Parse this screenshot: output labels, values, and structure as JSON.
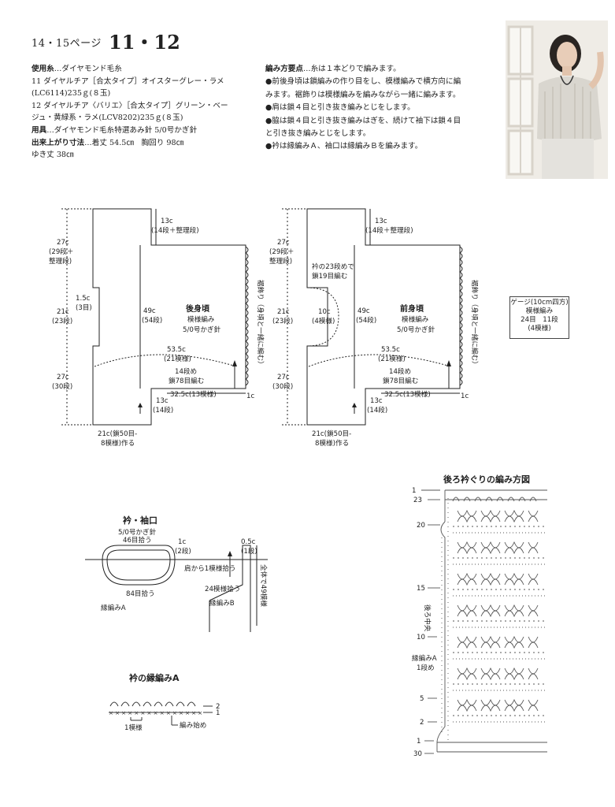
{
  "header": {
    "page_ref": "14・15ページ",
    "pattern_number": "11・12"
  },
  "materials": {
    "yarn_heading": "使用糸",
    "yarn_source": "…ダイヤモンド毛糸",
    "yarn_11": "11 ダイヤルチア［合太タイプ］オイスターグレー・ラメ",
    "yarn_11b": "(LC6114)235ｇ(８玉)",
    "yarn_12": "12 ダイヤルチア〈バリエ〉［合太タイプ］グリーン・ベー",
    "yarn_12b": "ジュ・黄緑系・ラメ(LCV8202)235ｇ(８玉)",
    "tools_heading": "用具",
    "tools": "…ダイヤモンド毛糸特選あみ針 5/0号かぎ針",
    "size_heading": "出来上がり寸法",
    "size": "…着丈 54.5㎝　胸回り 98㎝",
    "size2": "ゆき丈 38㎝"
  },
  "knitting_points": {
    "heading": "編み方要点",
    "intro": "…糸は１本どりで編みます。",
    "l1": "●前後身頃は鎖編みの作り目をし、模様編みで横方向に編",
    "l2": "みます。裾飾りは模様編みを編みながら一緒に編みます。",
    "l3": "●肩は鎖４目と引き抜き編みとじをします。",
    "l4": "●脇は鎖４目と引き抜き編みはぎを、続けて袖下は鎖４目",
    "l5": "と引き抜き編みとじをします。",
    "l6": "●衿は縁編みＡ、袖口は縁編みＢを編みます。"
  },
  "back_body": {
    "title": "後身頃",
    "pattern": "模様編み",
    "needle": "5/0号かぎ針",
    "d_27c_top": "27c",
    "d_29dan": "(29段＋",
    "d_seiri": "整理段)",
    "d_15c": "1.5c",
    "d_3dan": "(3目)",
    "d_21c": "21c",
    "d_23dan": "(23段)",
    "d_27c_bot": "27c",
    "d_30dan": "(30段)",
    "d_13c_top": "13c",
    "d_14seiri": "(14段＋整理段)",
    "d_49c": "49c",
    "d_54dan": "(54段)",
    "d_535": "53.5c",
    "d_21moyo": "(21模様)",
    "d_14dan": "14段め",
    "d_78": "鎖78目編む",
    "d_325": "32.5c(13模様)",
    "d_1c": "1c",
    "d_13c_bot": "13c",
    "d_14dan2": "(14段)",
    "d_cast": "21c(鎖50目-",
    "d_cast2": "8模様)作る",
    "d_hem": "裾飾り（身頃と一緒に編む）"
  },
  "front_body": {
    "title": "前身頃",
    "pattern": "模様編み",
    "needle": "5/0号かぎ針",
    "d_27c_top": "27c",
    "d_29dan": "(29段＋",
    "d_seiri": "整理段)",
    "d_neck1": "衿の23段めで",
    "d_neck2": "鎖19目編む",
    "d_21c": "21c",
    "d_23dan": "(23段)",
    "d_10c": "10c",
    "d_4moyo": "(4模様)",
    "d_27c_bot": "27c",
    "d_30dan": "(30段)",
    "d_13c_top": "13c",
    "d_14seiri": "(14段＋整理段)",
    "d_49c": "49c",
    "d_54dan": "(54段)",
    "d_535": "53.5c",
    "d_21moyo": "(21模様)",
    "d_14dan": "14段め",
    "d_78": "鎖78目編む",
    "d_325": "32.5c(13模様)",
    "d_1c": "1c",
    "d_13c_bot": "13c",
    "d_14dan2": "(14段)",
    "d_cast": "21c(鎖50目-",
    "d_cast2": "8模様)作る",
    "d_hem": "裾飾り（身頃と一緒に編む）"
  },
  "gauge": {
    "l1": "ゲージ(10cm四方)",
    "l2": "模様編み",
    "l3": "24目　11段",
    "l4": "(4模様)"
  },
  "collar_cuff": {
    "title": "衿・袖口",
    "needle": "5/0号かぎ針",
    "pick46": "46目拾う",
    "pick84": "84目拾う",
    "edgeA": "縁編みA",
    "d_1c": "1c",
    "d_2dan": "(2段)",
    "d_05c": "0.5c",
    "d_1dan": "(1段)",
    "shoulder": "肩から1模様拾う",
    "pick24": "24模様拾う",
    "edgeB": "縁編みB",
    "total": "全体で49模様"
  },
  "edge_a_chart": {
    "title": "衿の縁編みA",
    "row2": "2",
    "row1": "1",
    "one_motif": "1模様",
    "start": "編み始め"
  },
  "back_neck_chart": {
    "title": "後ろ衿ぐりの編み方図",
    "rows": [
      "1",
      "23",
      "20",
      "15",
      "10",
      "5",
      "2",
      "1",
      "30"
    ],
    "center": "後ろ中央",
    "edge": "縁編みA",
    "edge_row": "1段め"
  },
  "colors": {
    "ink": "#222222",
    "chart": "#555555",
    "photo_bg": "#ece9e3"
  }
}
